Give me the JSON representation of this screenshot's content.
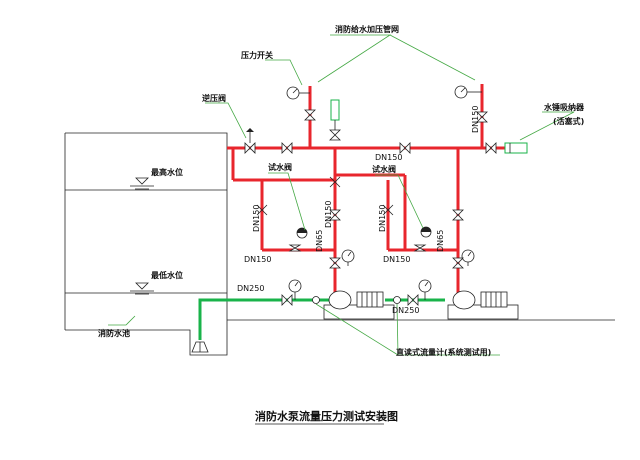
{
  "title": "消防水泵流量压力测试安装图",
  "labels": {
    "pressurize_pipe": "消防给水加压管网",
    "pressure_switch": "压力开关",
    "check_valve": "逆压阀",
    "water_hammer": "水锤吸纳器",
    "water_hammer_sub": "(活塞式)",
    "highest_level": "最高水位",
    "lowest_level": "最低水位",
    "test_valve_1": "试水阀",
    "test_valve_2": "试水阀",
    "fire_pool": "消防水池",
    "flow_meter": "直读式流量计(系统测试用)"
  },
  "pipe_sizes": {
    "dn150_vert_right": "DN150",
    "dn150_main": "DN150",
    "dn150_left_branch": "DN150",
    "dn150_mid_vert": "DN150",
    "dn150_right_branch": "DN150",
    "dn150_left_bottom": "DN150",
    "dn150_right_bottom": "DN150",
    "dn65_left": "DN65",
    "dn65_right": "DN65",
    "dn250_suction": "DN250",
    "dn250_mid": "DN250"
  },
  "colors": {
    "discharge_pipe": "#e8262d",
    "suction_pipe": "#19b34a",
    "leader_line": "#44a844"
  },
  "icons": [
    "pressure-gauge-icon",
    "gate-valve-icon",
    "check-valve-icon",
    "water-surface-icon",
    "pump-motor-icon",
    "flow-meter-icon"
  ]
}
